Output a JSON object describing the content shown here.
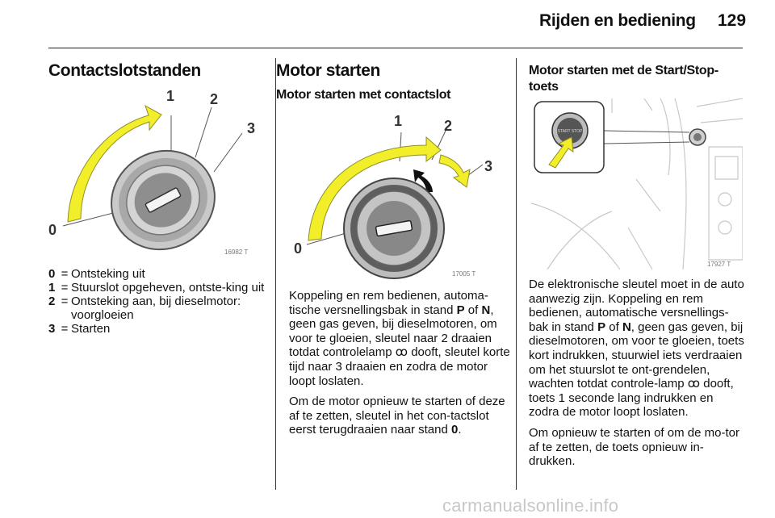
{
  "header": {
    "title": "Rijden en bediening",
    "page_number": "129"
  },
  "col1": {
    "heading": "Contactslotstanden",
    "figure": {
      "labels": [
        "0",
        "1",
        "2",
        "3"
      ],
      "code": "16982 T"
    },
    "legend": [
      {
        "key": "0",
        "eq": "=",
        "text": "Ontsteking uit"
      },
      {
        "key": "1",
        "eq": "=",
        "text": "Stuurslot opgeheven, ontste-king uit"
      },
      {
        "key": "2",
        "eq": "=",
        "text": "Ontsteking aan, bij dieselmotor: voorgloeien"
      },
      {
        "key": "3",
        "eq": "=",
        "text": "Starten"
      }
    ]
  },
  "col2": {
    "heading": "Motor starten",
    "subheading": "Motor starten met contactslot",
    "figure": {
      "labels": [
        "0",
        "1",
        "2",
        "3"
      ],
      "code": "17005 T"
    },
    "p1": {
      "a": "Koppeling en rem bedienen, automa-tische versnellingsbak in stand ",
      "b1": "P",
      "c": " of ",
      "b2": "N",
      "d": ", geen gas geven, bij dieselmotoren, om voor te gloeien, sleutel naar 2 draaien totdat controlelamp ",
      "icon": "glow-plug-icon",
      "e": " dooft, sleutel korte tijd naar 3 draaien en zodra de motor loopt loslaten."
    },
    "p2": {
      "a": "Om de motor opnieuw te starten of deze af te zetten, sleutel in het con-tactslot eerst terugdraaien naar stand ",
      "b": "0",
      "c": "."
    }
  },
  "col3": {
    "subheading": "Motor starten met de Start/Stop-toets",
    "figure": {
      "button_text": "START STOP",
      "code": "17927 T"
    },
    "p1": {
      "a": "De elektronische sleutel moet in de auto aanwezig zijn. Koppeling en rem bedienen, automatische versnellings-bak in stand ",
      "b1": "P",
      "c": " of ",
      "b2": "N",
      "d": ", geen gas geven, bij dieselmotoren, om voor te gloeien, toets kort indrukken, stuurwiel iets verdraaien om het stuurslot te ont-grendelen, wachten totdat controle-lamp ",
      "icon": "glow-plug-icon",
      "e": " dooft, toets 1 seconde lang indrukken en zodra de motor loopt loslaten."
    },
    "p2": "Om opnieuw te starten of om de mo-tor af te zetten, de toets opnieuw in-drukken."
  },
  "watermark": "carmanualsonline.info",
  "colors": {
    "arrow_yellow": "#f2ee2a",
    "arrow_outline": "#9a9a2a",
    "text": "#111111"
  }
}
